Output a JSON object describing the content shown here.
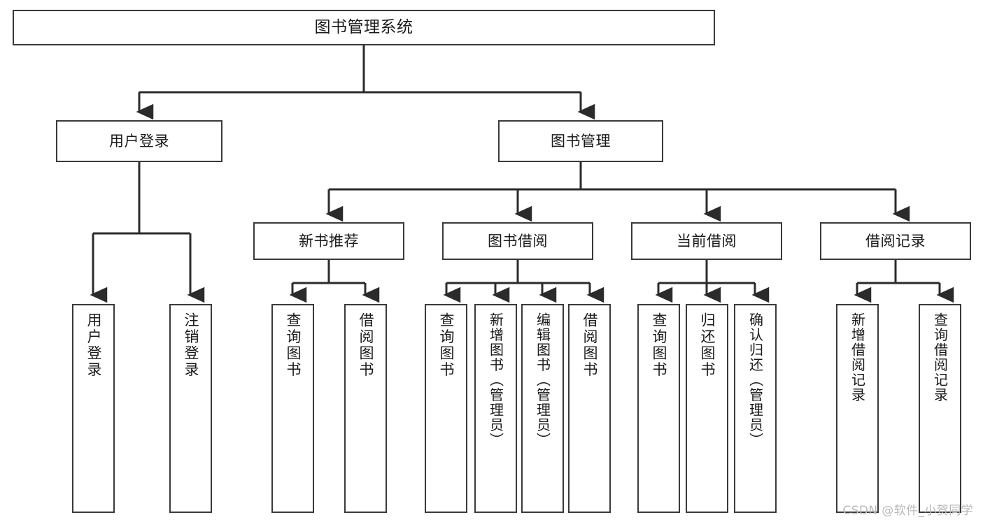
{
  "diagram": {
    "title": "图书管理系统",
    "type": "hierarchy-tree",
    "orientation": "top-down",
    "colors": {
      "box_border": "#3a3a3a",
      "box_fill": "#ffffff",
      "connector": "#2b2b2b",
      "text": "#1a1a1a",
      "watermark": "#b9b9b9",
      "background": "#ffffff"
    }
  },
  "nodes": {
    "root": {
      "label": "图书管理系统"
    },
    "level2": [
      {
        "label": "用户登录"
      },
      {
        "label": "图书管理"
      }
    ],
    "level3": [
      {
        "label": "新书推荐"
      },
      {
        "label": "图书借阅"
      },
      {
        "label": "当前借阅"
      },
      {
        "label": "借阅记录"
      }
    ],
    "leaves": {
      "user_login": [
        {
          "label": "用户登录"
        },
        {
          "label": "注销登录"
        }
      ],
      "new_book_recommend": [
        {
          "label": "查询图书"
        },
        {
          "label": "借阅图书"
        }
      ],
      "book_borrow": [
        {
          "label": "查询图书"
        },
        {
          "label": "新增图书（管理员）"
        },
        {
          "label": "编辑图书（管理员）"
        },
        {
          "label": "借阅图书"
        }
      ],
      "current_borrow": [
        {
          "label": "查询图书"
        },
        {
          "label": "归还图书"
        },
        {
          "label": "确认归还（管理员）"
        }
      ],
      "borrow_record": [
        {
          "label": "新增借阅记录"
        },
        {
          "label": "查询借阅记录"
        }
      ]
    }
  },
  "watermark": {
    "text": "CSDN @软件_小贺同学"
  }
}
